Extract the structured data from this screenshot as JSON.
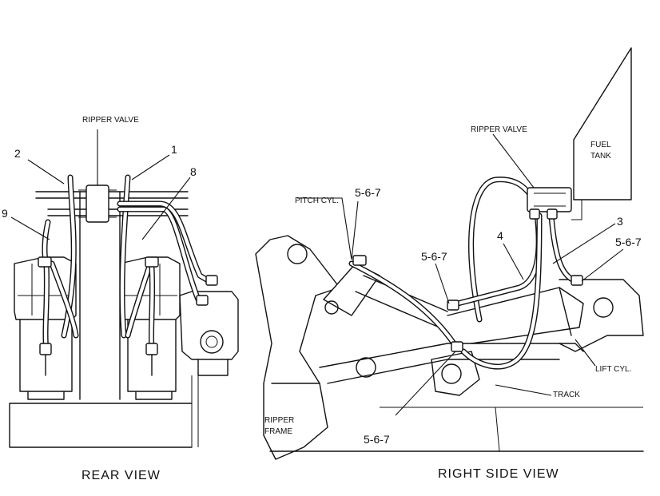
{
  "views": {
    "rear": {
      "caption": "REAR VIEW"
    },
    "side": {
      "caption": "RIGHT SIDE VIEW"
    }
  },
  "labels": {
    "ripper_valve_rear": "RIPPER VALVE",
    "ripper_valve_side": "RIPPER VALVE",
    "fuel_tank_line1": "FUEL",
    "fuel_tank_line2": "TANK",
    "pitch_cyl": "PITCH CYL.",
    "lift_cyl": "LIFT CYL.",
    "track": "TRACK",
    "ripper_frame_line1": "RIPPER",
    "ripper_frame_line2": "FRAME"
  },
  "callouts": {
    "c1": "1",
    "c2": "2",
    "c8": "8",
    "c9": "9",
    "c4": "4",
    "c3": "3",
    "c567_pitch": "5-6-7",
    "c567_mid": "5-6-7",
    "c567_right": "5-6-7",
    "c567_bottom": "5-6-7"
  }
}
